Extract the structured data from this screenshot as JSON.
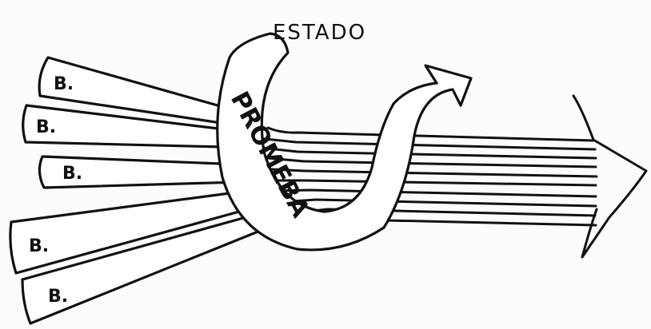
{
  "state_label": "ESTADO",
  "program_label": "PROMEBA",
  "beneficiaries": [
    {
      "label": "B."
    },
    {
      "label": "B."
    },
    {
      "label": "B."
    },
    {
      "label": "B."
    },
    {
      "label": "B."
    }
  ],
  "colors": {
    "ink": "#111111",
    "paper": "#fcfcfb"
  }
}
